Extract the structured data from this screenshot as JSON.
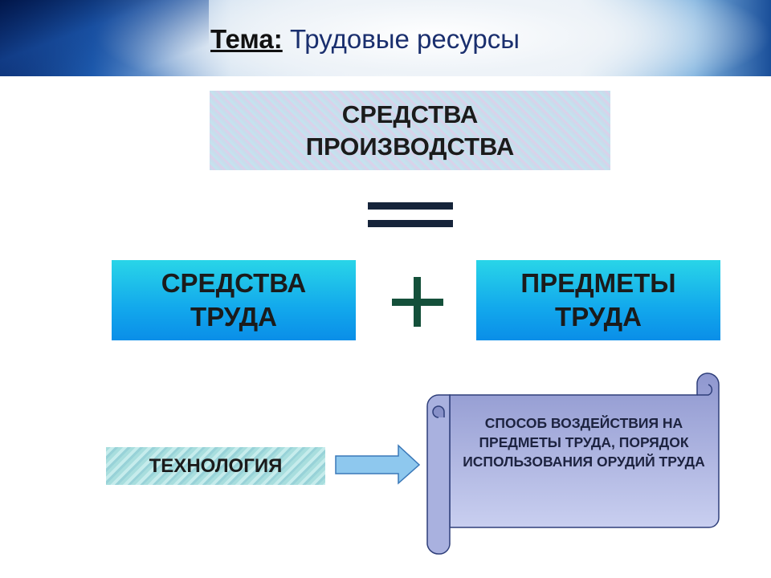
{
  "header": {
    "topic_label": "Тема:",
    "topic_title": "Трудовые ресурсы"
  },
  "diagram": {
    "means_of_production": "СРЕДСТВА ПРОИЗВОДСТВА",
    "means_of_labor": "СРЕДСТВА ТРУДА",
    "objects_of_labor": "ПРЕДМЕТЫ ТРУДА",
    "technology": "ТЕХНОЛОГИЯ",
    "technology_definition": "СПОСОБ ВОЗДЕЙСТВИЯ НА ПРЕДМЕТЫ ТРУДА, ПОРЯДОК ИСПОЛЬЗОВАНИЯ ОРУДИЙ ТРУДА"
  },
  "colors": {
    "title": "#1a2f6e",
    "scroll": "#9aa3d6",
    "arrow": "#8ec8ee",
    "plus": "#14503a"
  }
}
